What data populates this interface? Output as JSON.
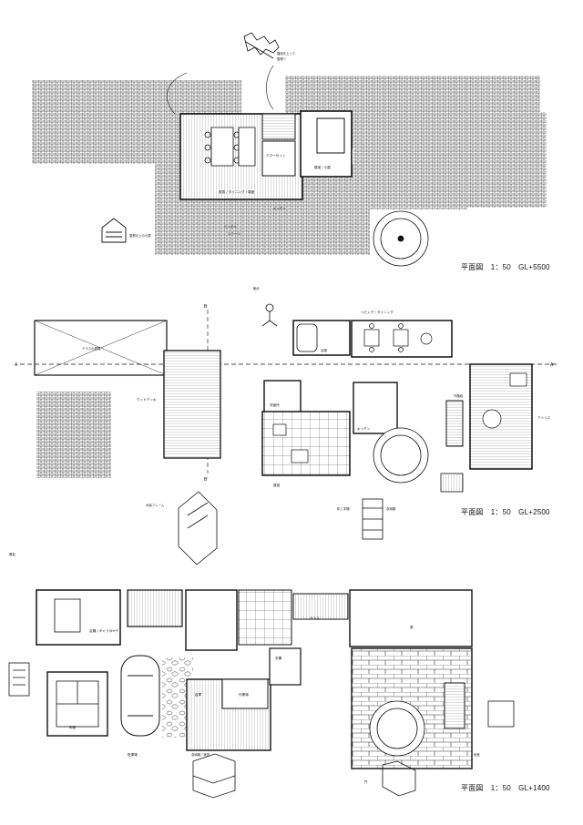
{
  "plans": [
    {
      "id": "upper",
      "caption": "平面図　1：50　GL+5500"
    },
    {
      "id": "middle",
      "caption": "平面図　1：50　GL+2500"
    },
    {
      "id": "lower",
      "caption": "平面図　1：50　GL+1400"
    }
  ],
  "section_marks": {
    "left": "A",
    "right": "A'",
    "b_top": "B",
    "b_bottom": "B'"
  },
  "upper_plan": {
    "room_main": "書斎 / ダイニング / 寝室",
    "room_bed": "寝室 / 小屋",
    "room_storage": "クローゼット",
    "note_stair": "階段を上って",
    "note_ladder": "屋根へ",
    "note_hut": "屋根の上の小屋",
    "note_kitchen": "キッチン",
    "note_tree": "シンボル",
    "note_stage": "ステージ"
  },
  "middle_plan": {
    "roof_note": "テラスの屋根",
    "room_living": "リビング / ダイニング",
    "room_bath": "浴室",
    "room_wash": "洗面所",
    "room_kitchen": "キッチン",
    "room_bed": "寝室",
    "room_atelier": "アトリエ",
    "deck": "ウッドデッキ",
    "note_stair": "外階段",
    "note_view": "眺め",
    "note_desk": "机と本棚",
    "note_shelf": "収納棚",
    "note_frame": "木製フレーム"
  },
  "lower_plan": {
    "room_shop": "店舗 / ギャラリー",
    "room_tatami": "和室",
    "room_store": "倉庫",
    "room_entry": "玄関",
    "room_work": "作業場",
    "parking": "駐車場",
    "garden": "庭",
    "terrace": "テラス",
    "note_bench": "ベンチ",
    "note_sign": "看板",
    "note_step": "段差",
    "note_box": "収納箱 / 家具",
    "note_gate": "門"
  }
}
